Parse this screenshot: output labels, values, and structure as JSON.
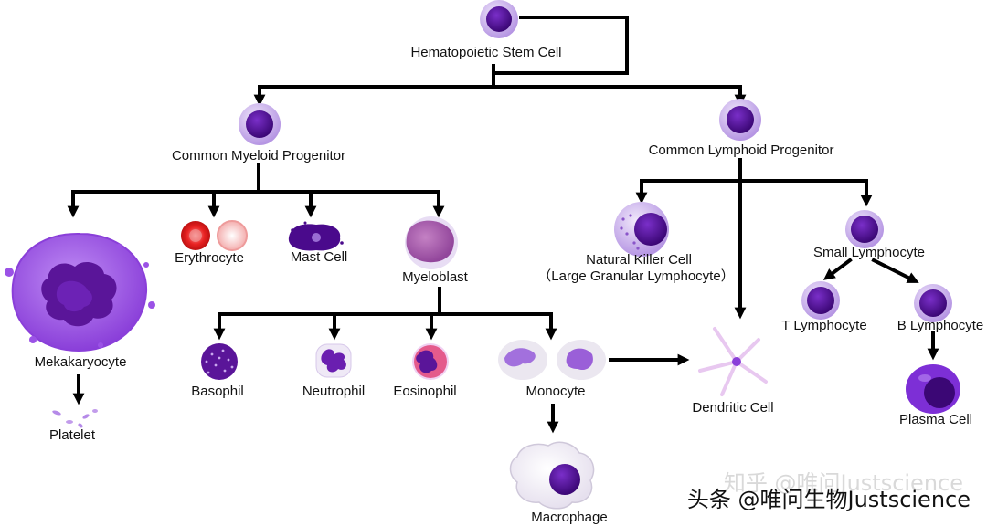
{
  "labels": {
    "hsc": "Hematopoietic Stem Cell",
    "cmp": "Common Myeloid Progenitor",
    "clp": "Common Lymphoid Progenitor",
    "megakaryocyte": "Mekakaryocyte",
    "platelet": "Platelet",
    "erythrocyte": "Erythrocyte",
    "mast_cell": "Mast Cell",
    "myeloblast": "Myeloblast",
    "basophil": "Basophil",
    "neutrophil": "Neutrophil",
    "eosinophil": "Eosinophil",
    "monocyte": "Monocyte",
    "macrophage": "Macrophage",
    "nk_cell": "Natural Killer Cell",
    "nk_cell_sub": "（Large Granular Lymphocyte）",
    "dendritic": "Dendritic Cell",
    "small_lymphocyte": "Small Lymphocyte",
    "t_lymphocyte": "T Lymphocyte",
    "b_lymphocyte": "B Lymphocyte",
    "plasma_cell": "Plasma Cell"
  },
  "watermark": {
    "back": "知乎 @唯问Justscience",
    "front": "头条 @唯问生物Justscience"
  },
  "colors": {
    "line": "#000000",
    "nucleus": "#4a0a8c",
    "cytoplasm": "#c9b0ec",
    "megakaryocyte": "#9b52e6",
    "erythrocyte": "#e02020"
  }
}
